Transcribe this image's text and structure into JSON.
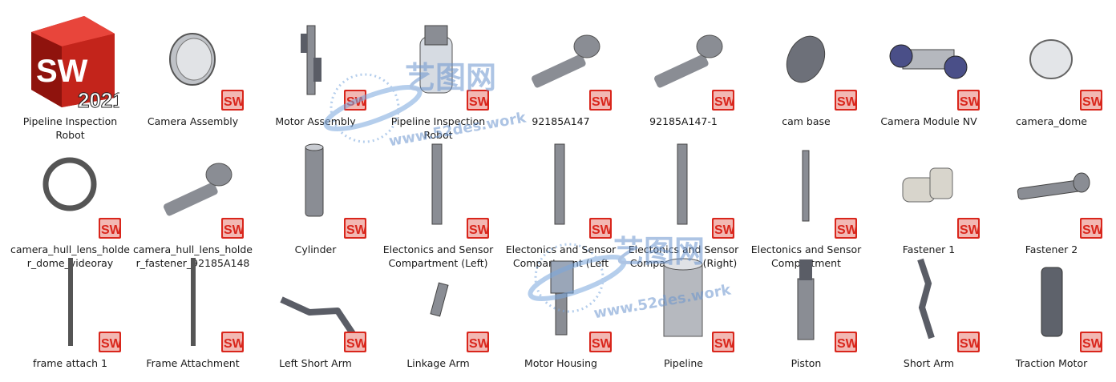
{
  "items": [
    {
      "label": "Pipeline Inspection\nRobot",
      "icon": "solidworks-logo-icon"
    },
    {
      "label": "Camera Assembly",
      "icon": "camera-assembly-icon"
    },
    {
      "label": "Motor Assembly",
      "icon": "motor-assembly-icon"
    },
    {
      "label": "Pipeline Inspection\nRobot",
      "icon": "robot-assembly-icon"
    },
    {
      "label": "92185A147",
      "icon": "screw-icon"
    },
    {
      "label": "92185A147-1",
      "icon": "screw-icon"
    },
    {
      "label": "cam base",
      "icon": "disc-icon"
    },
    {
      "label": "Camera Module NV",
      "icon": "camera-module-icon"
    },
    {
      "label": "camera_dome",
      "icon": "dome-icon"
    },
    {
      "label": "camera_hull_lens_holde\nr_dome_videoray",
      "icon": "ring-icon"
    },
    {
      "label": "camera_hull_lens_holde\nr_fastener_92185A148",
      "icon": "screw-icon"
    },
    {
      "label": "Cylinder",
      "icon": "cylinder-icon"
    },
    {
      "label": "Electonics and Sensor\nCompartment (Left)",
      "icon": "bar-icon"
    },
    {
      "label": "Electonics and Sensor\nCompartment (Left",
      "icon": "bar-icon"
    },
    {
      "label": "Electonics and Sensor\nCompartment (Right)",
      "icon": "bar-icon"
    },
    {
      "label": "Electonics and Sensor\nCompartment",
      "icon": "rod-icon"
    },
    {
      "label": "Fastener 1",
      "icon": "fastener-icon"
    },
    {
      "label": "Fastener 2",
      "icon": "pin-icon"
    },
    {
      "label": "frame attach 1",
      "icon": "frame-attach-icon"
    },
    {
      "label": "Frame Attachment",
      "icon": "frame-attach-icon"
    },
    {
      "label": "Left Short Arm",
      "icon": "arm-icon"
    },
    {
      "label": "Linkage Arm",
      "icon": "linkage-icon"
    },
    {
      "label": "Motor Housing",
      "icon": "motor-housing-icon"
    },
    {
      "label": "Pipeline",
      "icon": "pipe-icon"
    },
    {
      "label": "Piston",
      "icon": "piston-icon"
    },
    {
      "label": "Short Arm",
      "icon": "short-arm-icon"
    },
    {
      "label": "Traction Motor",
      "icon": "traction-motor-icon"
    }
  ],
  "logo": {
    "letters": "SW",
    "year": "2021"
  },
  "badge": {
    "letters": "SW",
    "color": "#d9261c"
  },
  "watermark": {
    "brand": "艺图网",
    "url": "www.52des.work"
  }
}
